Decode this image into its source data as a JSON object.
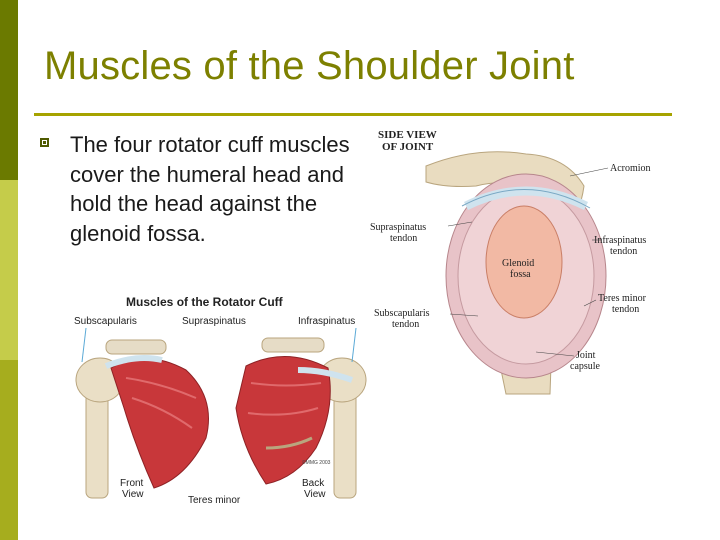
{
  "slide": {
    "title": "Muscles of the Shoulder Joint",
    "bullet": "The four rotator cuff muscles cover the humeral head and hold the head against the glenoid fossa."
  },
  "rotator_cuff_figure": {
    "title": "Muscles of the Rotator Cuff",
    "labels": {
      "subscapularis": "Subscapularis",
      "supraspinatus": "Supraspinatus",
      "infraspinatus": "Infraspinatus",
      "front_view_1": "Front",
      "front_view_2": "View",
      "back_view_1": "Back",
      "back_view_2": "View",
      "teres_minor": "Teres minor",
      "copyright": "©MMG 2003"
    }
  },
  "side_view_figure": {
    "heading_1": "SIDE VIEW",
    "heading_2": "OF JOINT",
    "labels": {
      "acromion": "Acromion",
      "supraspinatus_1": "Supraspinatus",
      "supraspinatus_2": "tendon",
      "infraspinatus_1": "Infraspinatus",
      "infraspinatus_2": "tendon",
      "glenoid_1": "Glenoid",
      "glenoid_2": "fossa",
      "teres_minor_1": "Teres minor",
      "teres_minor_2": "tendon",
      "subscapularis_1": "Subscapularis",
      "subscapularis_2": "tendon",
      "joint_capsule_1": "Joint",
      "joint_capsule_2": "capsule"
    }
  },
  "colors": {
    "sidebar_dark": "#6b7a00",
    "sidebar_light": "#c5cc4a",
    "sidebar_mid": "#a6ad1e",
    "title": "#7d8000",
    "rule": "#a6a300",
    "muscle": "#c8373a",
    "bone": "#e9dcc0",
    "tendon": "#cfe3ee"
  }
}
